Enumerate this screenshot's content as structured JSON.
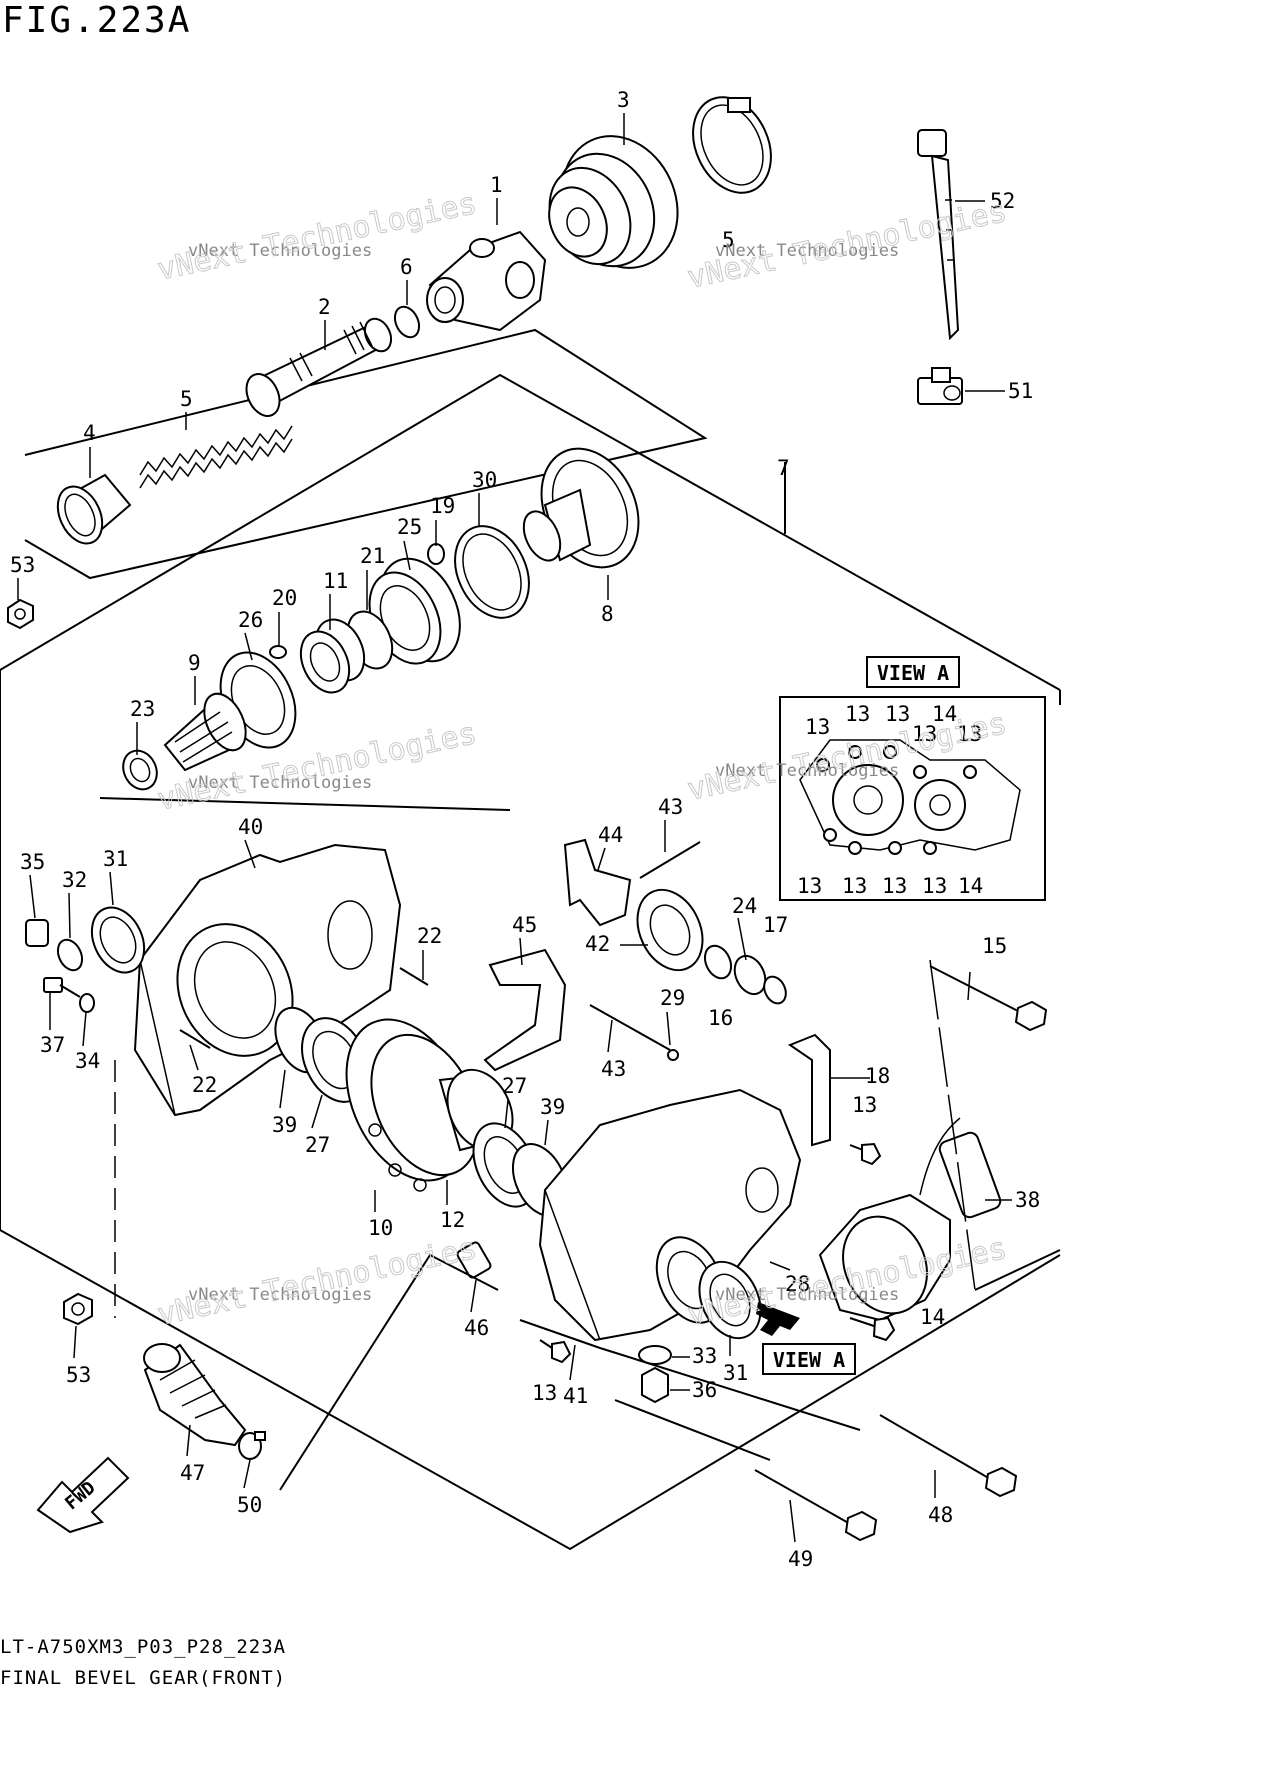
{
  "figure": {
    "title": "FIG.223A",
    "model_code": "LT-A750XM3_P03_P28_223A",
    "part_name": "FINAL BEVEL GEAR(FRONT)",
    "watermark_small": "vNext Technologies",
    "watermark_large": "vNext Technologies",
    "view_label": "VIEW A",
    "fwd_label": "FWD"
  },
  "callouts": [
    "1",
    "2",
    "3",
    "4",
    "5",
    "6",
    "7",
    "8",
    "9",
    "10",
    "11",
    "12",
    "13",
    "14",
    "15",
    "16",
    "17",
    "18",
    "19",
    "20",
    "21",
    "22",
    "23",
    "24",
    "25",
    "26",
    "27",
    "28",
    "29",
    "30",
    "31",
    "32",
    "33",
    "34",
    "35",
    "36",
    "37",
    "38",
    "39",
    "40",
    "41",
    "42",
    "43",
    "44",
    "45",
    "46",
    "47",
    "48",
    "49",
    "50",
    "51",
    "52",
    "53"
  ],
  "colors": {
    "ink": "#000000",
    "paper": "#ffffff",
    "watermark": "#888888"
  }
}
